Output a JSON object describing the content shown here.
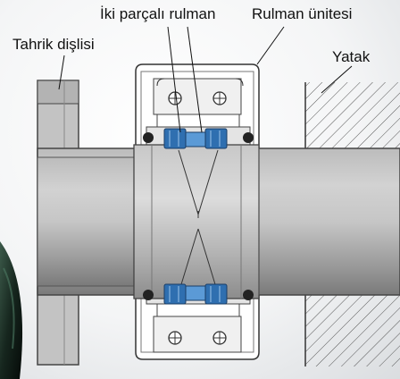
{
  "labels": {
    "split_bearing": "İki parçalı rulman",
    "bearing_unit": "Rulman ünitesi",
    "drive_gear": "Tahrik dişlisi",
    "housing": "Yatak"
  }
}
